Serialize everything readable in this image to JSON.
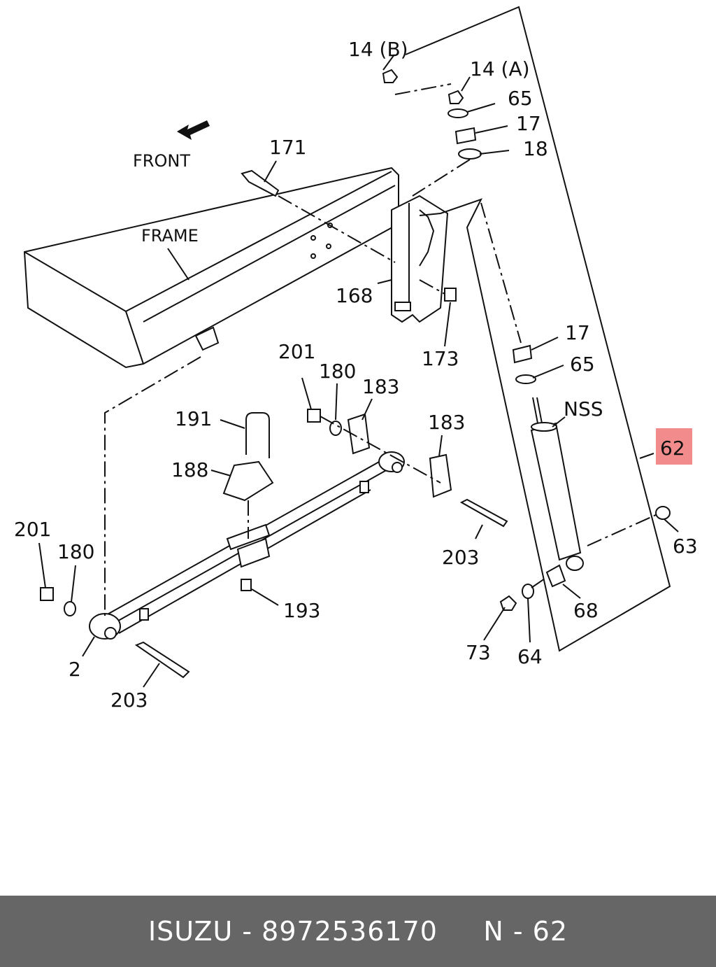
{
  "labels": {
    "l14b": "14 (B)",
    "l14a": "14 (A)",
    "l65a": "65",
    "l17a": "17",
    "l18": "18",
    "front": "FRONT",
    "l171": "171",
    "frame": "FRAME",
    "l168": "168",
    "l173": "173",
    "l17b": "17",
    "l65b": "65",
    "nss": "NSS",
    "l62": "62",
    "l201a": "201",
    "l180a": "180",
    "l183a": "183",
    "l183b": "183",
    "l191": "191",
    "l188": "188",
    "l201b": "201",
    "l180b": "180",
    "l203a": "203",
    "l193": "193",
    "l63": "63",
    "l68": "68",
    "l73": "73",
    "l64": "64",
    "l2": "2",
    "l203b": "203"
  },
  "highlight_color": "#f28b8b",
  "footer": {
    "brand": "ISUZU",
    "sep": " - ",
    "part_number": "8972536170",
    "page": "N - 62"
  }
}
